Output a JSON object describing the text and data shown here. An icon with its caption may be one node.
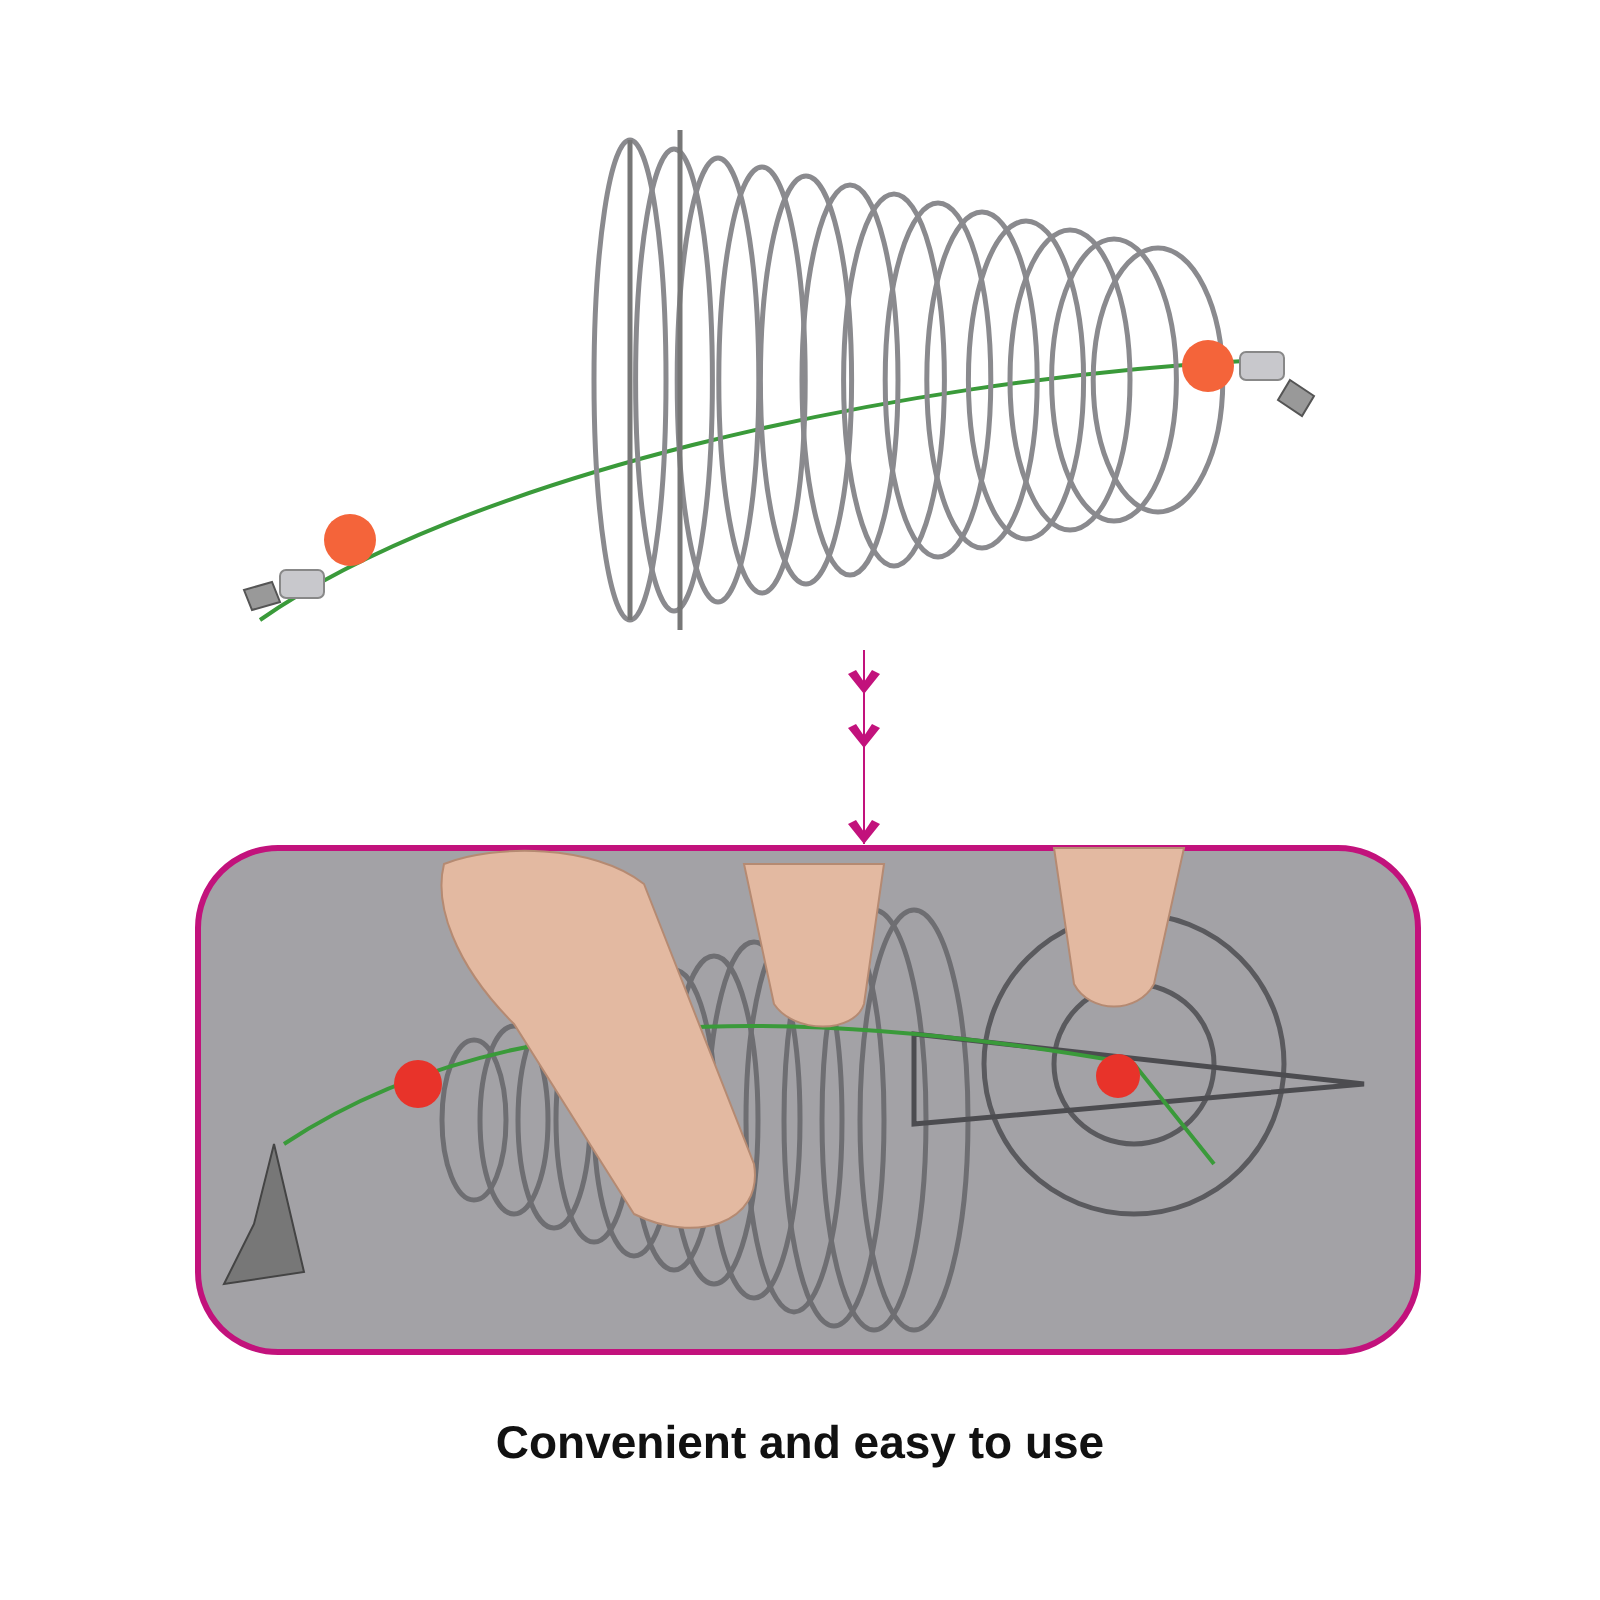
{
  "diagram": {
    "caption": "Convenient and easy to use",
    "nodes": [
      {
        "text": [],
        "shape": "picture"
      },
      {
        "text": [],
        "shape": "picture"
      }
    ],
    "edges": [
      {
        "from": 0,
        "to": 1,
        "arrow": "to"
      }
    ]
  }
}
